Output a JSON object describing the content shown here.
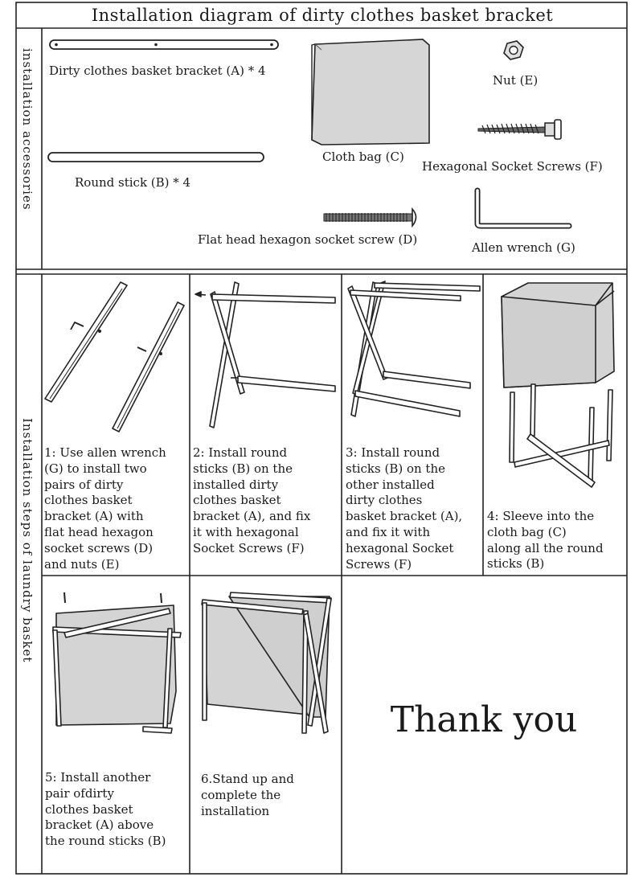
{
  "title": "Installation diagram of dirty clothes basket bracket",
  "sections": {
    "accessories": "installation accessories",
    "steps": "Installation steps of laundry basket"
  },
  "parts": {
    "bracket": "Dirty clothes basket bracket (A) * 4",
    "stick": "Round stick (B) * 4",
    "bag": "Cloth bag (C)",
    "screw_d": "Flat head hexagon socket screw (D)",
    "nut": "Nut (E)",
    "screw_f": "Hexagonal Socket Screws (F)",
    "wrench": "Allen wrench (G)"
  },
  "steps": [
    "1:  Use allen wrench\n (G) to install two\npairs of dirty\nclothes basket\nbracket (A) with\nflat head hexagon\nsocket screws  (D)\nand nuts  (E)",
    "2: Install round\nsticks (B) on the\ninstalled dirty\nclothes basket\nbracket (A), and fix\nit with hexagonal\nSocket Screws (F)",
    "3: Install round\nsticks (B) on the\nother installed\ndirty clothes\nbasket bracket (A),\nand fix it with\nhexagonal Socket\nScrews (F)",
    "4: Sleeve into the\ncloth bag  (C)\nalong all the round\nsticks (B)",
    "5: Install another\npair ofdirty\nclothes basket\nbracket (A) above\nthe round sticks (B)",
    "6.Stand up and\ncomplete the\ninstallation"
  ],
  "thanks": "Thank you"
}
